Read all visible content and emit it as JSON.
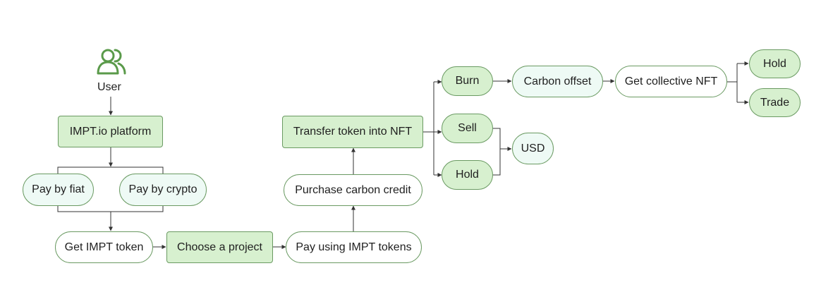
{
  "user": {
    "label": "User",
    "icon": "users-icon"
  },
  "nodes": {
    "platform": "IMPT.io platform",
    "pay_fiat": "Pay by fiat",
    "pay_crypto": "Pay by crypto",
    "get_token": "Get IMPT token",
    "choose_project": "Choose a project",
    "pay_tokens": "Pay using IMPT tokens",
    "purchase_credit": "Purchase carbon credit",
    "transfer_nft": "Transfer token into NFT",
    "burn": "Burn",
    "sell": "Sell",
    "hold_mid": "Hold",
    "usd": "USD",
    "carbon_offset": "Carbon offset",
    "collective_nft": "Get collective NFT",
    "hold_end": "Hold",
    "trade": "Trade"
  },
  "colors": {
    "node_green": "#d7f0cf",
    "node_mint": "#eefaf5",
    "border": "#6a9a62",
    "icon": "#5a9a4a",
    "line": "#333333"
  }
}
